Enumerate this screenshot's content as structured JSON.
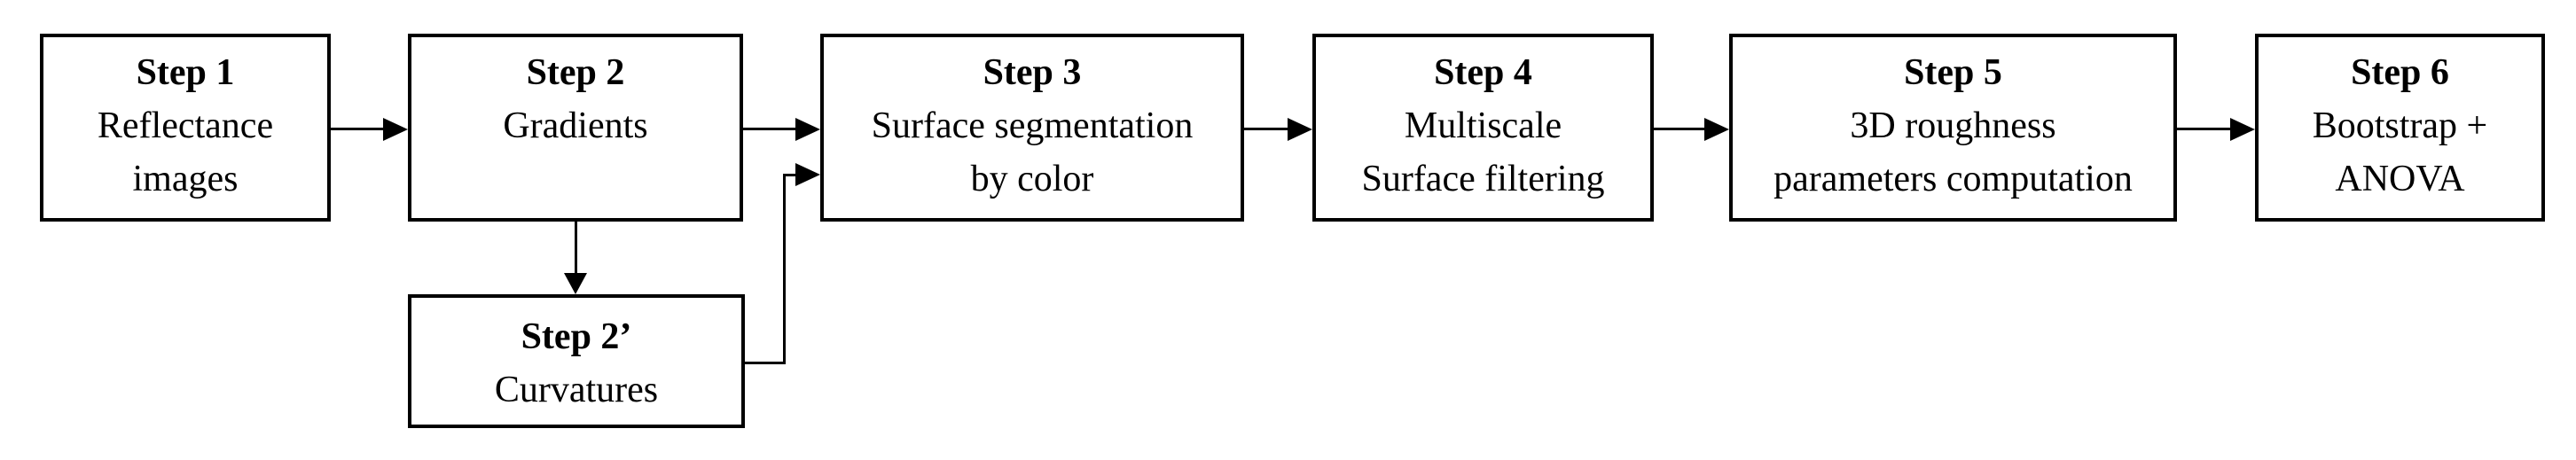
{
  "diagram": {
    "type": "flowchart",
    "background_color": "#ffffff",
    "line_color": "#000000",
    "steps": [
      {
        "id": "step1",
        "title": "Step 1",
        "lines": [
          "Reflectance",
          "images"
        ]
      },
      {
        "id": "step2",
        "title": "Step 2",
        "lines": [
          "Gradients"
        ]
      },
      {
        "id": "step2p",
        "title": "Step 2’",
        "lines": [
          "Curvatures"
        ]
      },
      {
        "id": "step3",
        "title": "Step 3",
        "lines": [
          "Surface segmentation",
          "by color"
        ]
      },
      {
        "id": "step4",
        "title": "Step 4",
        "lines": [
          "Multiscale",
          "Surface filtering"
        ]
      },
      {
        "id": "step5",
        "title": "Step 5",
        "lines": [
          "3D roughness",
          "parameters computation"
        ]
      },
      {
        "id": "step6",
        "title": "Step 6",
        "lines": [
          "Bootstrap +",
          "ANOVA"
        ]
      }
    ],
    "connections": [
      {
        "from": "Step 1",
        "to": "Step 2"
      },
      {
        "from": "Step 2",
        "to": "Step 3"
      },
      {
        "from": "Step 2",
        "to": "Step 2’"
      },
      {
        "from": "Step 2’",
        "to": "Step 3"
      },
      {
        "from": "Step 3",
        "to": "Step 4"
      },
      {
        "from": "Step 4",
        "to": "Step 5"
      },
      {
        "from": "Step 5",
        "to": "Step 6"
      }
    ]
  }
}
